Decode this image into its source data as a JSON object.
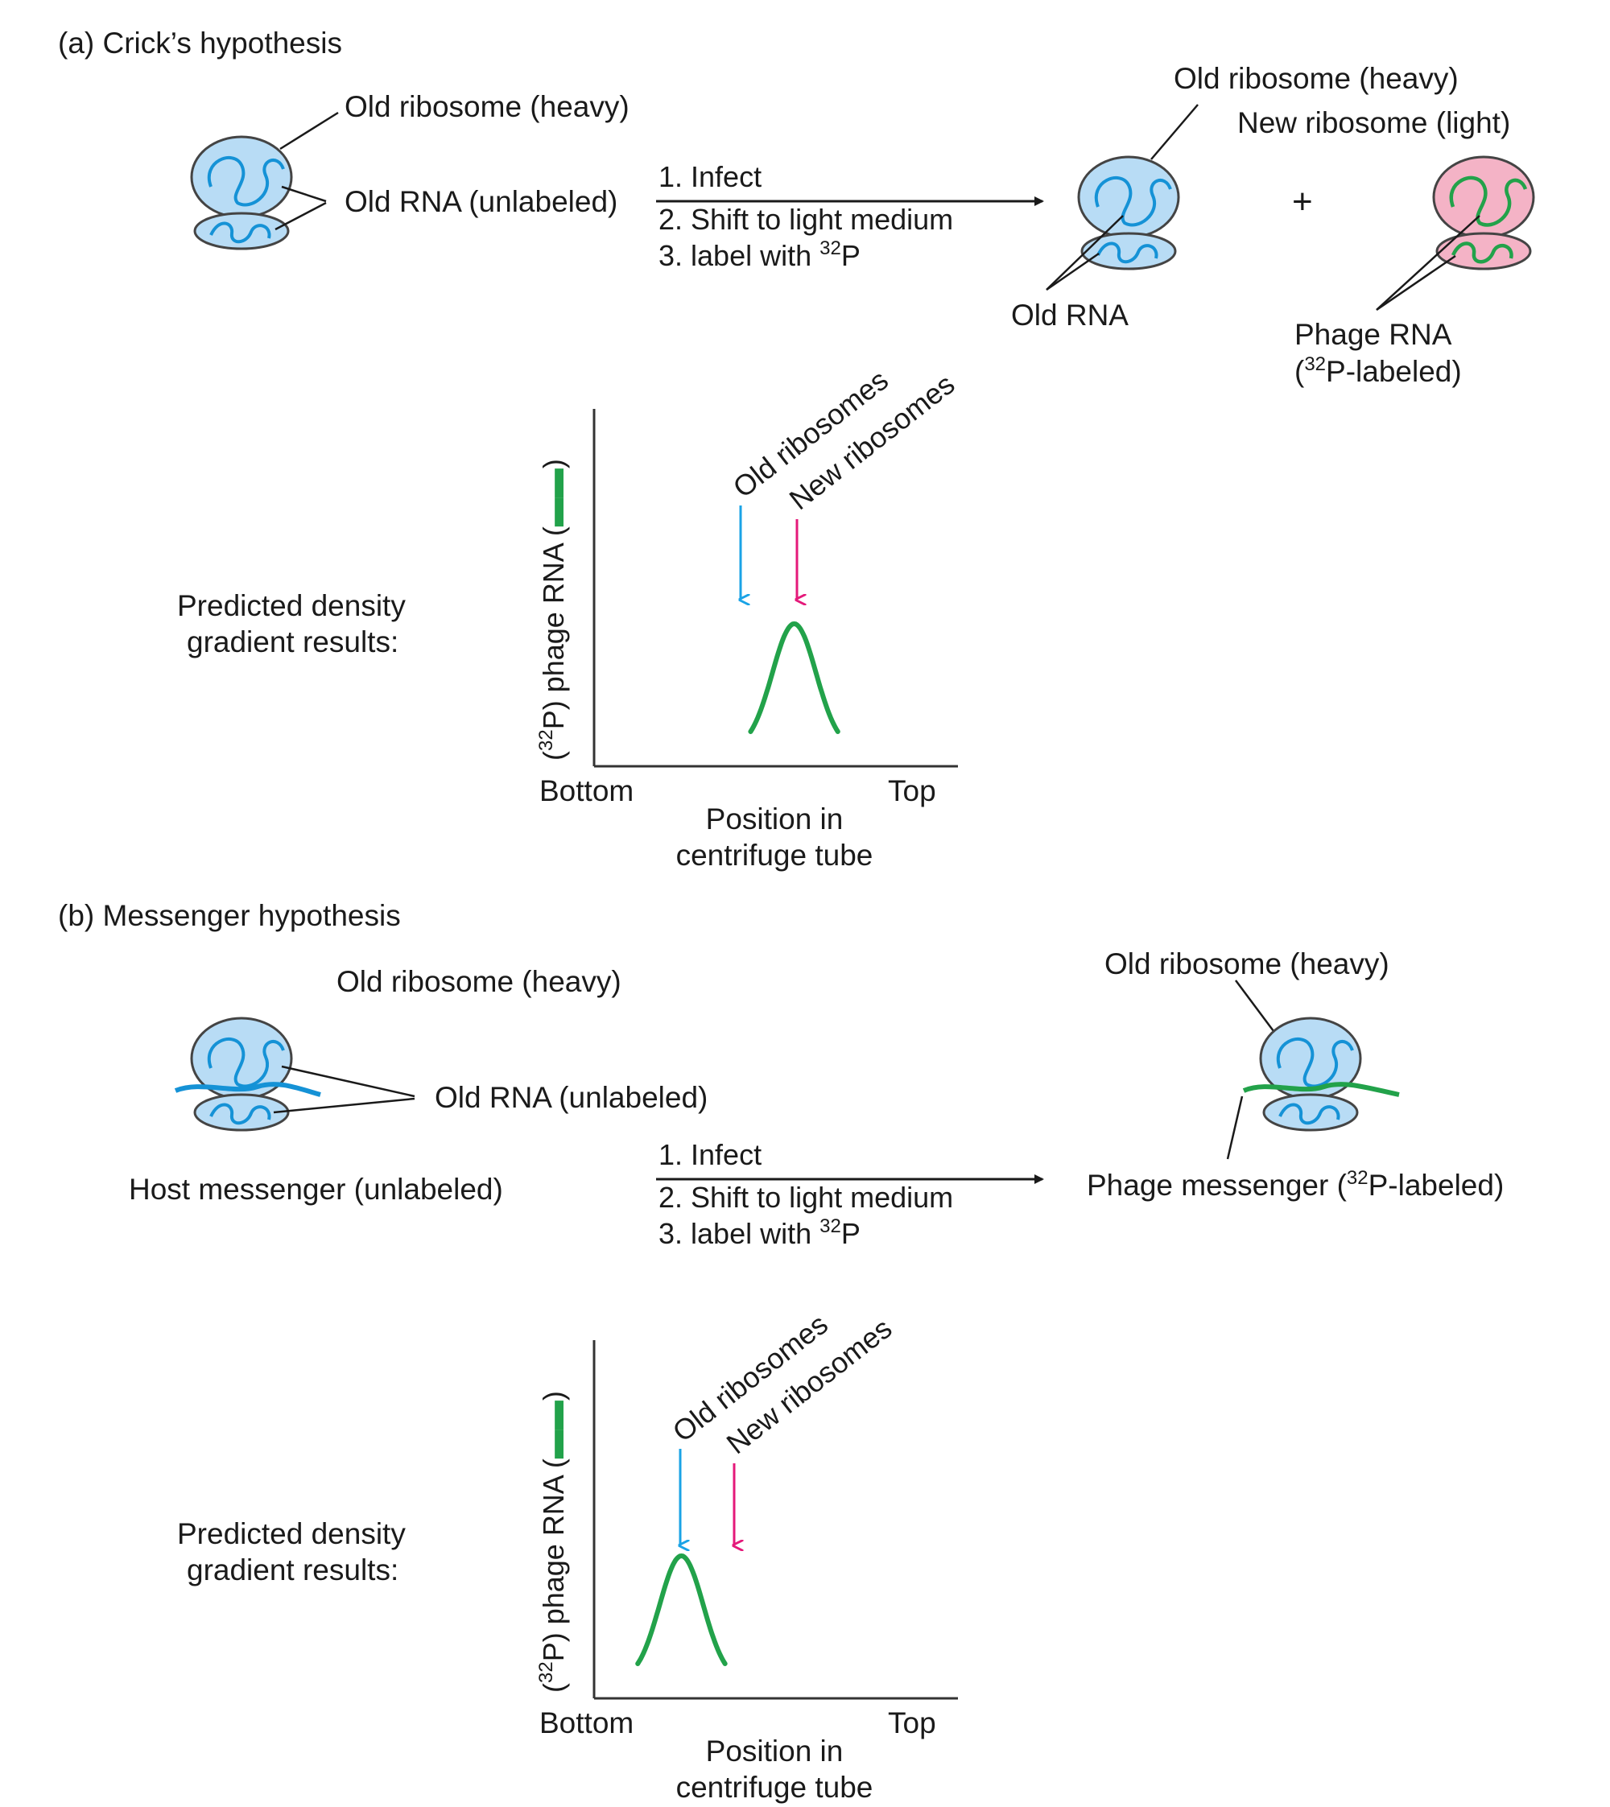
{
  "colors": {
    "ribosome_blue": "#b8dcf5",
    "ribosome_pink": "#f4b3c6",
    "old_rna": "#1592d6",
    "phage_rna": "#22a24a",
    "old_arrow": "#1aa3e6",
    "new_arrow": "#e4197a",
    "ink": "#1a1a1a"
  },
  "panel_a": {
    "title": "(a) Crick’s hypothesis",
    "label_old_ribosome": "Old ribosome (heavy)",
    "label_old_rna_unlabeled": "Old RNA (unlabeled)",
    "steps": [
      "1. Infect",
      "2. Shift to light medium",
      "3. label with "
    ],
    "isotope_mass": "32",
    "isotope_symbol": "P",
    "label_old_ribosome_right": "Old ribosome (heavy)",
    "label_new_ribosome": "New ribosome (light)",
    "plus_sign": "+",
    "label_old_rna": "Old RNA",
    "label_phage_rna_1": "Phage RNA",
    "label_phage_rna_2_open": "(",
    "label_phage_rna_2_rest": "P-labeled)",
    "predicted_1": "Predicted density",
    "predicted_2": "gradient results:",
    "ylabel_open": "(",
    "ylabel_rest": "P) phage RNA (",
    "ylabel_close": ")",
    "arrow_old_label": "Old ribosomes",
    "arrow_new_label": "New ribosomes",
    "x_left": "Bottom",
    "x_right": "Top",
    "xlabel_1": "Position in",
    "xlabel_2": "centrifuge tube"
  },
  "panel_b": {
    "title": "(b) Messenger hypothesis",
    "label_old_ribosome": "Old ribosome (heavy)",
    "label_old_rna_unlabeled": "Old RNA (unlabeled)",
    "label_host_messenger": "Host messenger (unlabeled)",
    "steps": [
      "1. Infect",
      "2. Shift to light medium",
      "3. label with "
    ],
    "isotope_mass": "32",
    "isotope_symbol": "P",
    "label_old_ribosome_right": "Old ribosome (heavy)",
    "label_phage_messenger_open": "Phage messenger (",
    "label_phage_messenger_rest": "P-labeled)",
    "predicted_1": "Predicted density",
    "predicted_2": "gradient results:",
    "ylabel_open": "(",
    "ylabel_rest": "P) phage RNA (",
    "ylabel_close": ")",
    "arrow_old_label": "Old ribosomes",
    "arrow_new_label": "New ribosomes",
    "x_left": "Bottom",
    "x_right": "Top",
    "xlabel_1": "Position in",
    "xlabel_2": "centrifuge tube"
  }
}
